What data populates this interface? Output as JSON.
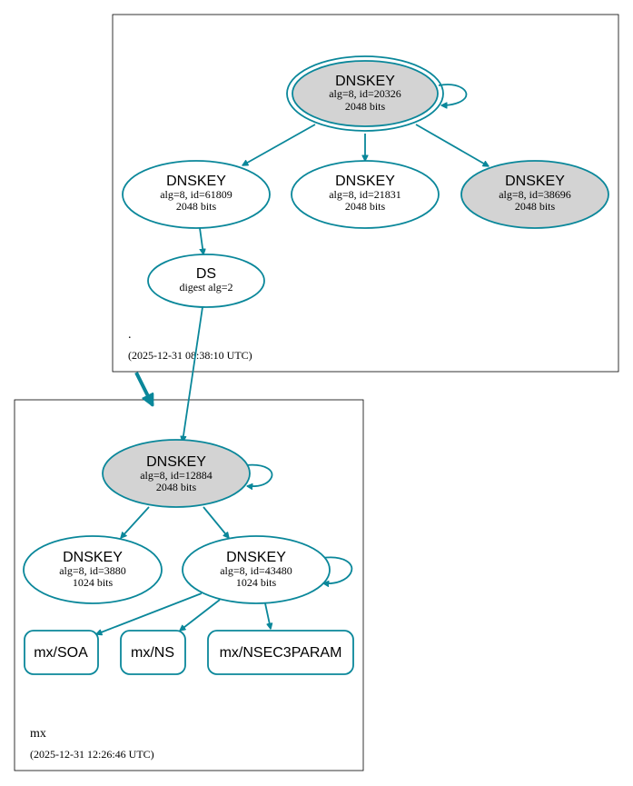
{
  "colors": {
    "edge": "#0a879a",
    "grey_fill": "#d3d3d3",
    "white_fill": "#ffffff"
  },
  "zones": {
    "root": {
      "name": ".",
      "timestamp": "(2025-12-31 08:38:10 UTC)"
    },
    "mx": {
      "name": "mx",
      "timestamp": "(2025-12-31 12:26:46 UTC)"
    }
  },
  "nodes": {
    "root_ksk": {
      "title": "DNSKEY",
      "line1": "alg=8, id=20326",
      "line2": "2048 bits"
    },
    "root_zsk_61809": {
      "title": "DNSKEY",
      "line1": "alg=8, id=61809",
      "line2": "2048 bits"
    },
    "root_zsk_21831": {
      "title": "DNSKEY",
      "line1": "alg=8, id=21831",
      "line2": "2048 bits"
    },
    "root_key_38696": {
      "title": "DNSKEY",
      "line1": "alg=8, id=38696",
      "line2": "2048 bits"
    },
    "ds": {
      "title": "DS",
      "line1": "digest alg=2"
    },
    "mx_ksk": {
      "title": "DNSKEY",
      "line1": "alg=8, id=12884",
      "line2": "2048 bits"
    },
    "mx_zsk_3880": {
      "title": "DNSKEY",
      "line1": "alg=8, id=3880",
      "line2": "1024 bits"
    },
    "mx_zsk_43480": {
      "title": "DNSKEY",
      "line1": "alg=8, id=43480",
      "line2": "1024 bits"
    },
    "rr_soa": {
      "title": "mx/SOA"
    },
    "rr_ns": {
      "title": "mx/NS"
    },
    "rr_nsec3param": {
      "title": "mx/NSEC3PARAM"
    }
  }
}
